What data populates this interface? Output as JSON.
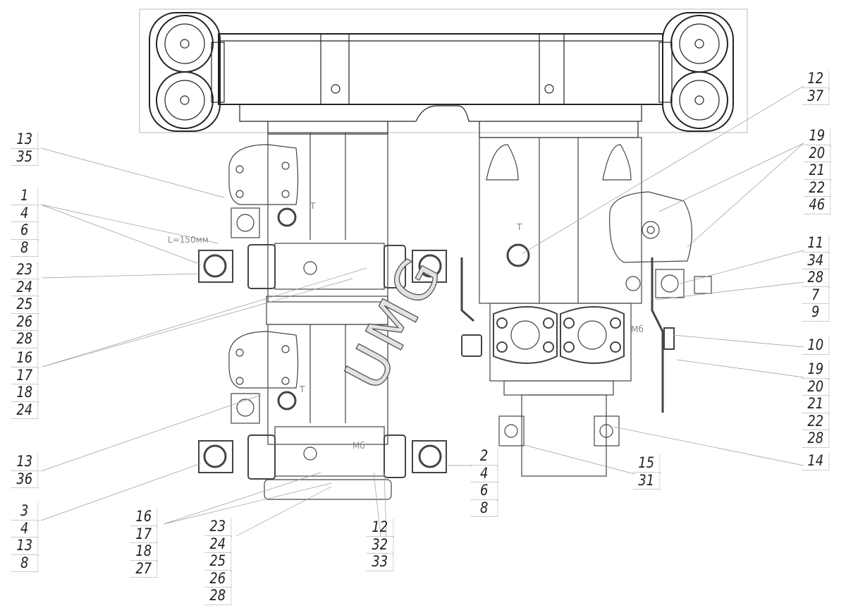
{
  "drawing": {
    "annotations": {
      "hose_length": "L=150мм",
      "port_t_upper": "T",
      "port_t_lower": "T",
      "port_t_right": "T",
      "port_mb_right": "Мб",
      "port_mb_lower": "Мб"
    },
    "watermark": "UMG"
  },
  "callouts": [
    {
      "id": "c1",
      "numbers": [
        "13",
        "35"
      ]
    },
    {
      "id": "c2",
      "numbers": [
        "1",
        "4",
        "6",
        "8"
      ]
    },
    {
      "id": "c3",
      "numbers": [
        "23",
        "24",
        "25",
        "26",
        "28"
      ]
    },
    {
      "id": "c4",
      "numbers": [
        "16",
        "17",
        "18",
        "24"
      ]
    },
    {
      "id": "c5",
      "numbers": [
        "13",
        "36"
      ]
    },
    {
      "id": "c6",
      "numbers": [
        "3",
        "4",
        "13",
        "8"
      ]
    },
    {
      "id": "c7",
      "numbers": [
        "16",
        "17",
        "18",
        "27"
      ]
    },
    {
      "id": "c8",
      "numbers": [
        "23",
        "24",
        "25",
        "26",
        "28"
      ]
    },
    {
      "id": "c9",
      "numbers": [
        "12",
        "32",
        "33"
      ]
    },
    {
      "id": "c10",
      "numbers": [
        "2",
        "4",
        "6",
        "8"
      ]
    },
    {
      "id": "c11",
      "numbers": [
        "15",
        "31"
      ]
    },
    {
      "id": "c12",
      "numbers": [
        "14"
      ]
    },
    {
      "id": "c13",
      "numbers": [
        "12",
        "37"
      ]
    },
    {
      "id": "c14",
      "numbers": [
        "19",
        "20",
        "21",
        "22",
        "46"
      ]
    },
    {
      "id": "c15",
      "numbers": [
        "11",
        "34",
        "28",
        "7",
        "9"
      ]
    },
    {
      "id": "c16",
      "numbers": [
        "10"
      ]
    },
    {
      "id": "c17",
      "numbers": [
        "19",
        "20",
        "21",
        "22",
        "28"
      ]
    }
  ]
}
